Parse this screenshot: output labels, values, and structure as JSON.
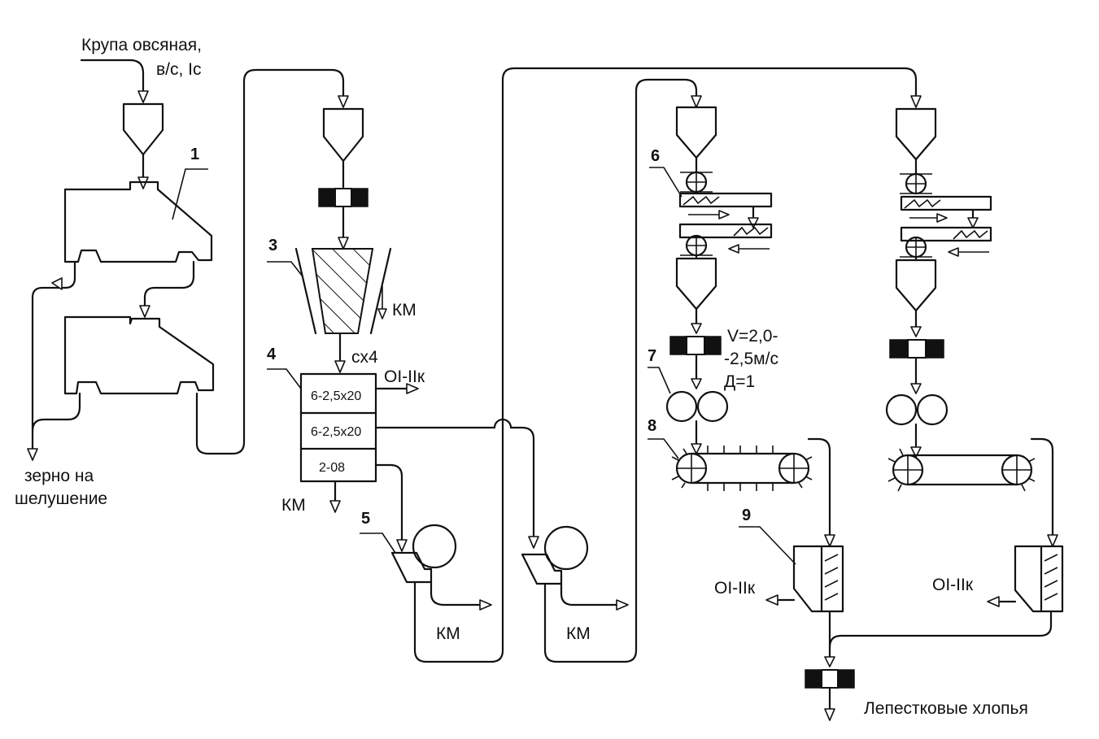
{
  "labels": {
    "input_line1": "Крупа овсяная,",
    "input_line2": "в/с, Iс",
    "output_grain_line1": "зерно на",
    "output_grain_line2": "шелушение",
    "km": "КМ",
    "cx4": "сх4",
    "oi_iik": "OI-IIк",
    "sieve1": "6-2,5х20",
    "sieve2": "6-2,5х20",
    "sieve3": "2-08",
    "speed_line1": "V=2,0-",
    "speed_line2": "-2,5м/с",
    "ratio": "Д=1",
    "final_product": "Лепестковые хлопья"
  },
  "equipment_numbers": [
    "1",
    "3",
    "4",
    "5",
    "6",
    "7",
    "8",
    "9"
  ]
}
